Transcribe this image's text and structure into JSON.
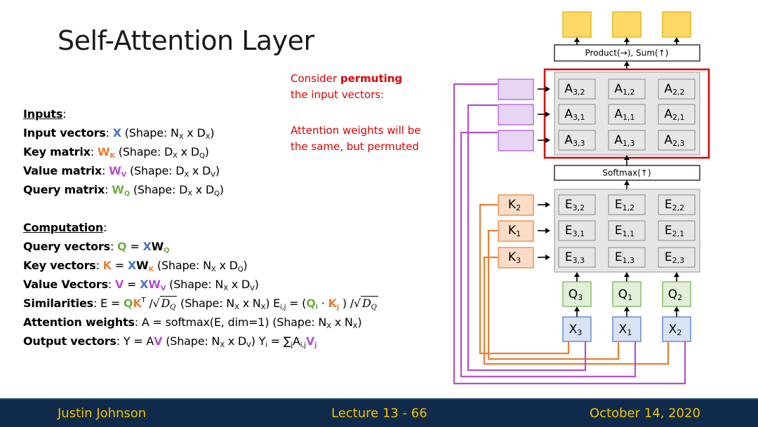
{
  "slide": {
    "title": "Self-Attention Layer"
  },
  "inputs": {
    "heading": "Inputs",
    "colon": ":",
    "input_vectors": {
      "label": "Input vectors",
      "sym": "X",
      "rest": "(Shape: N",
      "s1": "X",
      "mid": " x D",
      "s2": "X",
      "end": ")"
    },
    "key_matrix": {
      "label": "Key matrix",
      "sym": "W",
      "symsub": "K",
      "rest": "(Shape: D",
      "s1": "X",
      "mid": " x D",
      "s2": "Q",
      "end": ")"
    },
    "value_matrix": {
      "label": "Value matrix",
      "sym": "W",
      "symsub": "V",
      "rest": "(Shape: D",
      "s1": "X",
      "mid": " x D",
      "s2": "V",
      "end": ")"
    },
    "query_matrix": {
      "label": "Query matrix",
      "sym": "W",
      "symsub": "Q",
      "rest": "(Shape: D",
      "s1": "X",
      "mid": " x D",
      "s2": "Q",
      "end": ")"
    }
  },
  "computation": {
    "heading": "Computation",
    "query_vectors": {
      "label": "Query vectors",
      "lhs": "Q",
      "eq": " = ",
      "x": "X",
      "w": "W",
      "wsub": "Q"
    },
    "key_vectors": {
      "label": "Key vectors",
      "lhs": "K",
      "eq": " = ",
      "x": "X",
      "w": "W",
      "wsub": "K",
      "rest": "  (Shape: N",
      "s1": "X",
      "mid": " x D",
      "s2": "Q",
      "end": ")"
    },
    "value_vectors": {
      "label": "Value Vectors",
      "lhs": "V",
      "eq": " = ",
      "x": "X",
      "w": "W",
      "wsub": "V",
      "rest": " (Shape: N",
      "s1": "X",
      "mid": " x D",
      "s2": "V",
      "end": ")"
    },
    "similarities": {
      "label": "Similarities",
      "pre": " E = ",
      "q": "Q",
      "k": "K",
      "t": "T",
      "div": " /",
      "sqrt": "D",
      "sqrtsub": "Q",
      "rest": " (Shape: N",
      "s1": "X",
      "mid": " x N",
      "s2": "X",
      "end": ") E",
      "eij": "i,j",
      "eq2": " = (",
      "qi": "Q",
      "qisub": "i",
      "dot": " · ",
      "kj": "K",
      "kjsub": "j",
      "close": " ) /"
    },
    "attention_weights": {
      "label": "Attention weights",
      "rest": " A = softmax(E, dim=1)  (Shape: N",
      "s1": "X",
      "mid": " x N",
      "s2": "X",
      "end": ")"
    },
    "output_vectors": {
      "label": "Output vectors",
      "pre": " Y = A",
      "v": "V",
      "rest": " (Shape: N",
      "s1": "X",
      "mid": " x D",
      "s2": "V",
      "end": ") Y",
      "yi": "i",
      "eq": " = ∑",
      "jsub": "j",
      "a": "A",
      "asub": "i,j",
      "v2": "V",
      "v2sub": "j"
    }
  },
  "notes": {
    "line1_pre": "Consider ",
    "line1_bold": "permuting",
    "line2": "the input vectors:",
    "line3": "Attention weights will be",
    "line4": "the same, but permuted"
  },
  "diagram": {
    "product_label": "Product(→),  Sum(↑)",
    "softmax_label": "Softmax(↑)",
    "a_matrix": [
      [
        {
          "b": "A",
          "s": "3,2"
        },
        {
          "b": "A",
          "s": "1,2"
        },
        {
          "b": "A",
          "s": "2,2"
        }
      ],
      [
        {
          "b": "A",
          "s": "3,1"
        },
        {
          "b": "A",
          "s": "1,1"
        },
        {
          "b": "A",
          "s": "2,1"
        }
      ],
      [
        {
          "b": "A",
          "s": "3,3"
        },
        {
          "b": "A",
          "s": "1,3"
        },
        {
          "b": "A",
          "s": "2,3"
        }
      ]
    ],
    "e_matrix": [
      [
        {
          "b": "E",
          "s": "3,2"
        },
        {
          "b": "E",
          "s": "1,2"
        },
        {
          "b": "E",
          "s": "2,2"
        }
      ],
      [
        {
          "b": "E",
          "s": "3,1"
        },
        {
          "b": "E",
          "s": "1,1"
        },
        {
          "b": "E",
          "s": "2,1"
        }
      ],
      [
        {
          "b": "E",
          "s": "3,3"
        },
        {
          "b": "E",
          "s": "1,3"
        },
        {
          "b": "E",
          "s": "2,3"
        }
      ]
    ],
    "keys": [
      {
        "b": "K",
        "s": "2"
      },
      {
        "b": "K",
        "s": "1"
      },
      {
        "b": "K",
        "s": "3"
      }
    ],
    "queries": [
      {
        "b": "Q",
        "s": "3"
      },
      {
        "b": "Q",
        "s": "1"
      },
      {
        "b": "Q",
        "s": "2"
      }
    ],
    "inputs": [
      {
        "b": "X",
        "s": "3"
      },
      {
        "b": "X",
        "s": "1"
      },
      {
        "b": "X",
        "s": "2"
      }
    ],
    "colors": {
      "output": "#ffd966",
      "output_border": "#e0a800",
      "value": "#e6d5f3",
      "value_border": "#b44fd0",
      "key": "#fbdcc6",
      "key_border": "#ed7d31",
      "query": "#e2f0d9",
      "query_border": "#70ad47",
      "input": "#dae3f3",
      "input_border": "#4472c4",
      "matrix_bg": "#e7e6e6",
      "highlight": "#e00000"
    }
  },
  "footer": {
    "author": "Justin Johnson",
    "lecture": "Lecture 13 - 66",
    "date": "October 14, 2020"
  }
}
